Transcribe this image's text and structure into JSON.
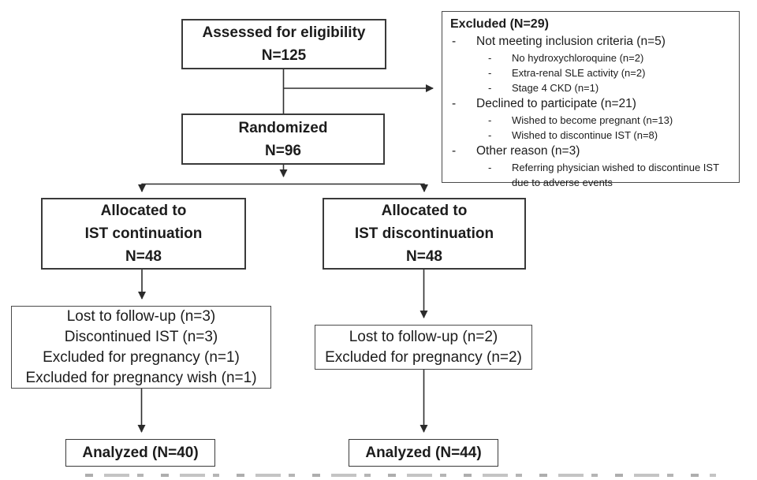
{
  "diagram": {
    "background": "#ffffff",
    "line_color": "#2f2f2f",
    "text_color": "#1c1c1c",
    "bullet": "-",
    "boxes": {
      "assessed": {
        "line1": "Assessed for eligibility",
        "line2": "N=125"
      },
      "randomized": {
        "line1": "Randomized",
        "line2": "N=96"
      },
      "allocated_continuation": {
        "line1": "Allocated to",
        "line2": "IST continuation",
        "line3": "N=48"
      },
      "allocated_discontinuation": {
        "line1": "Allocated to",
        "line2": "IST discontinuation",
        "line3": "N=48"
      },
      "followup_continuation": {
        "lines": [
          "Lost to follow-up (n=3)",
          "Discontinued IST (n=3)",
          "Excluded for pregnancy (n=1)",
          "Excluded for pregnancy wish (n=1)"
        ]
      },
      "followup_discontinuation": {
        "lines": [
          "Lost to follow-up (n=2)",
          "Excluded for pregnancy (n=2)"
        ]
      },
      "analyzed_continuation": {
        "line1": "Analyzed (N=40)"
      },
      "analyzed_discontinuation": {
        "line1": "Analyzed (N=44)"
      },
      "excluded": {
        "title": "Excluded (N=29)",
        "items": [
          {
            "level": 1,
            "text": "Not meeting inclusion criteria (n=5)"
          },
          {
            "level": 2,
            "text": "No hydroxychloroquine (n=2)"
          },
          {
            "level": 2,
            "text": "Extra-renal SLE activity (n=2)"
          },
          {
            "level": 2,
            "text": "Stage 4 CKD (n=1)"
          },
          {
            "level": 1,
            "text": "Declined to participate (n=21)"
          },
          {
            "level": 2,
            "text": "Wished to become pregnant (n=13)"
          },
          {
            "level": 2,
            "text": "Wished to discontinue IST (n=8)"
          },
          {
            "level": 1,
            "text": "Other reason (n=3)"
          },
          {
            "level": 2,
            "text": "Referring physician wished to discontinue IST due to adverse events"
          }
        ]
      }
    }
  }
}
